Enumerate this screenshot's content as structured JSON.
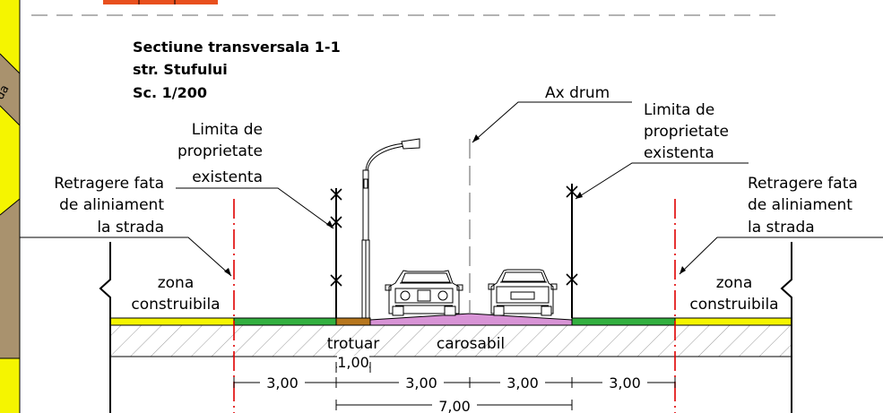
{
  "drawing": {
    "title": "Sectiune transversala 1-1",
    "street": "str. Stufului",
    "scale": "Sc. 1/200"
  },
  "labels": {
    "ax_drum": "Ax drum",
    "limita_left": [
      "Limita de",
      "proprietate",
      "existenta"
    ],
    "limita_right": [
      "Limita de",
      "proprietate",
      "existenta"
    ],
    "retragere_left": [
      "Retragere fata",
      "de aliniament",
      "la strada"
    ],
    "retragere_right": [
      "Retragere fata",
      "de aliniament",
      "la strada"
    ],
    "zona_left": [
      "zona",
      "construibila"
    ],
    "zona_right": [
      "zona",
      "construibila"
    ],
    "trotuar": "trotuar",
    "carosabil": "carosabil",
    "side_label": "da"
  },
  "dimensions": {
    "trotuar_width": "1,00",
    "seg1": "3,00",
    "seg2": "3,00",
    "seg3": "3,00",
    "seg4": "3,00",
    "total": "7,00"
  },
  "colors": {
    "yellow": "#f5f500",
    "green": "#33b040",
    "brown": "#b7771e",
    "violet": "#d894d6",
    "red": "#e00000",
    "orange": "#e8501e",
    "hatch": "#9a9a9a"
  }
}
